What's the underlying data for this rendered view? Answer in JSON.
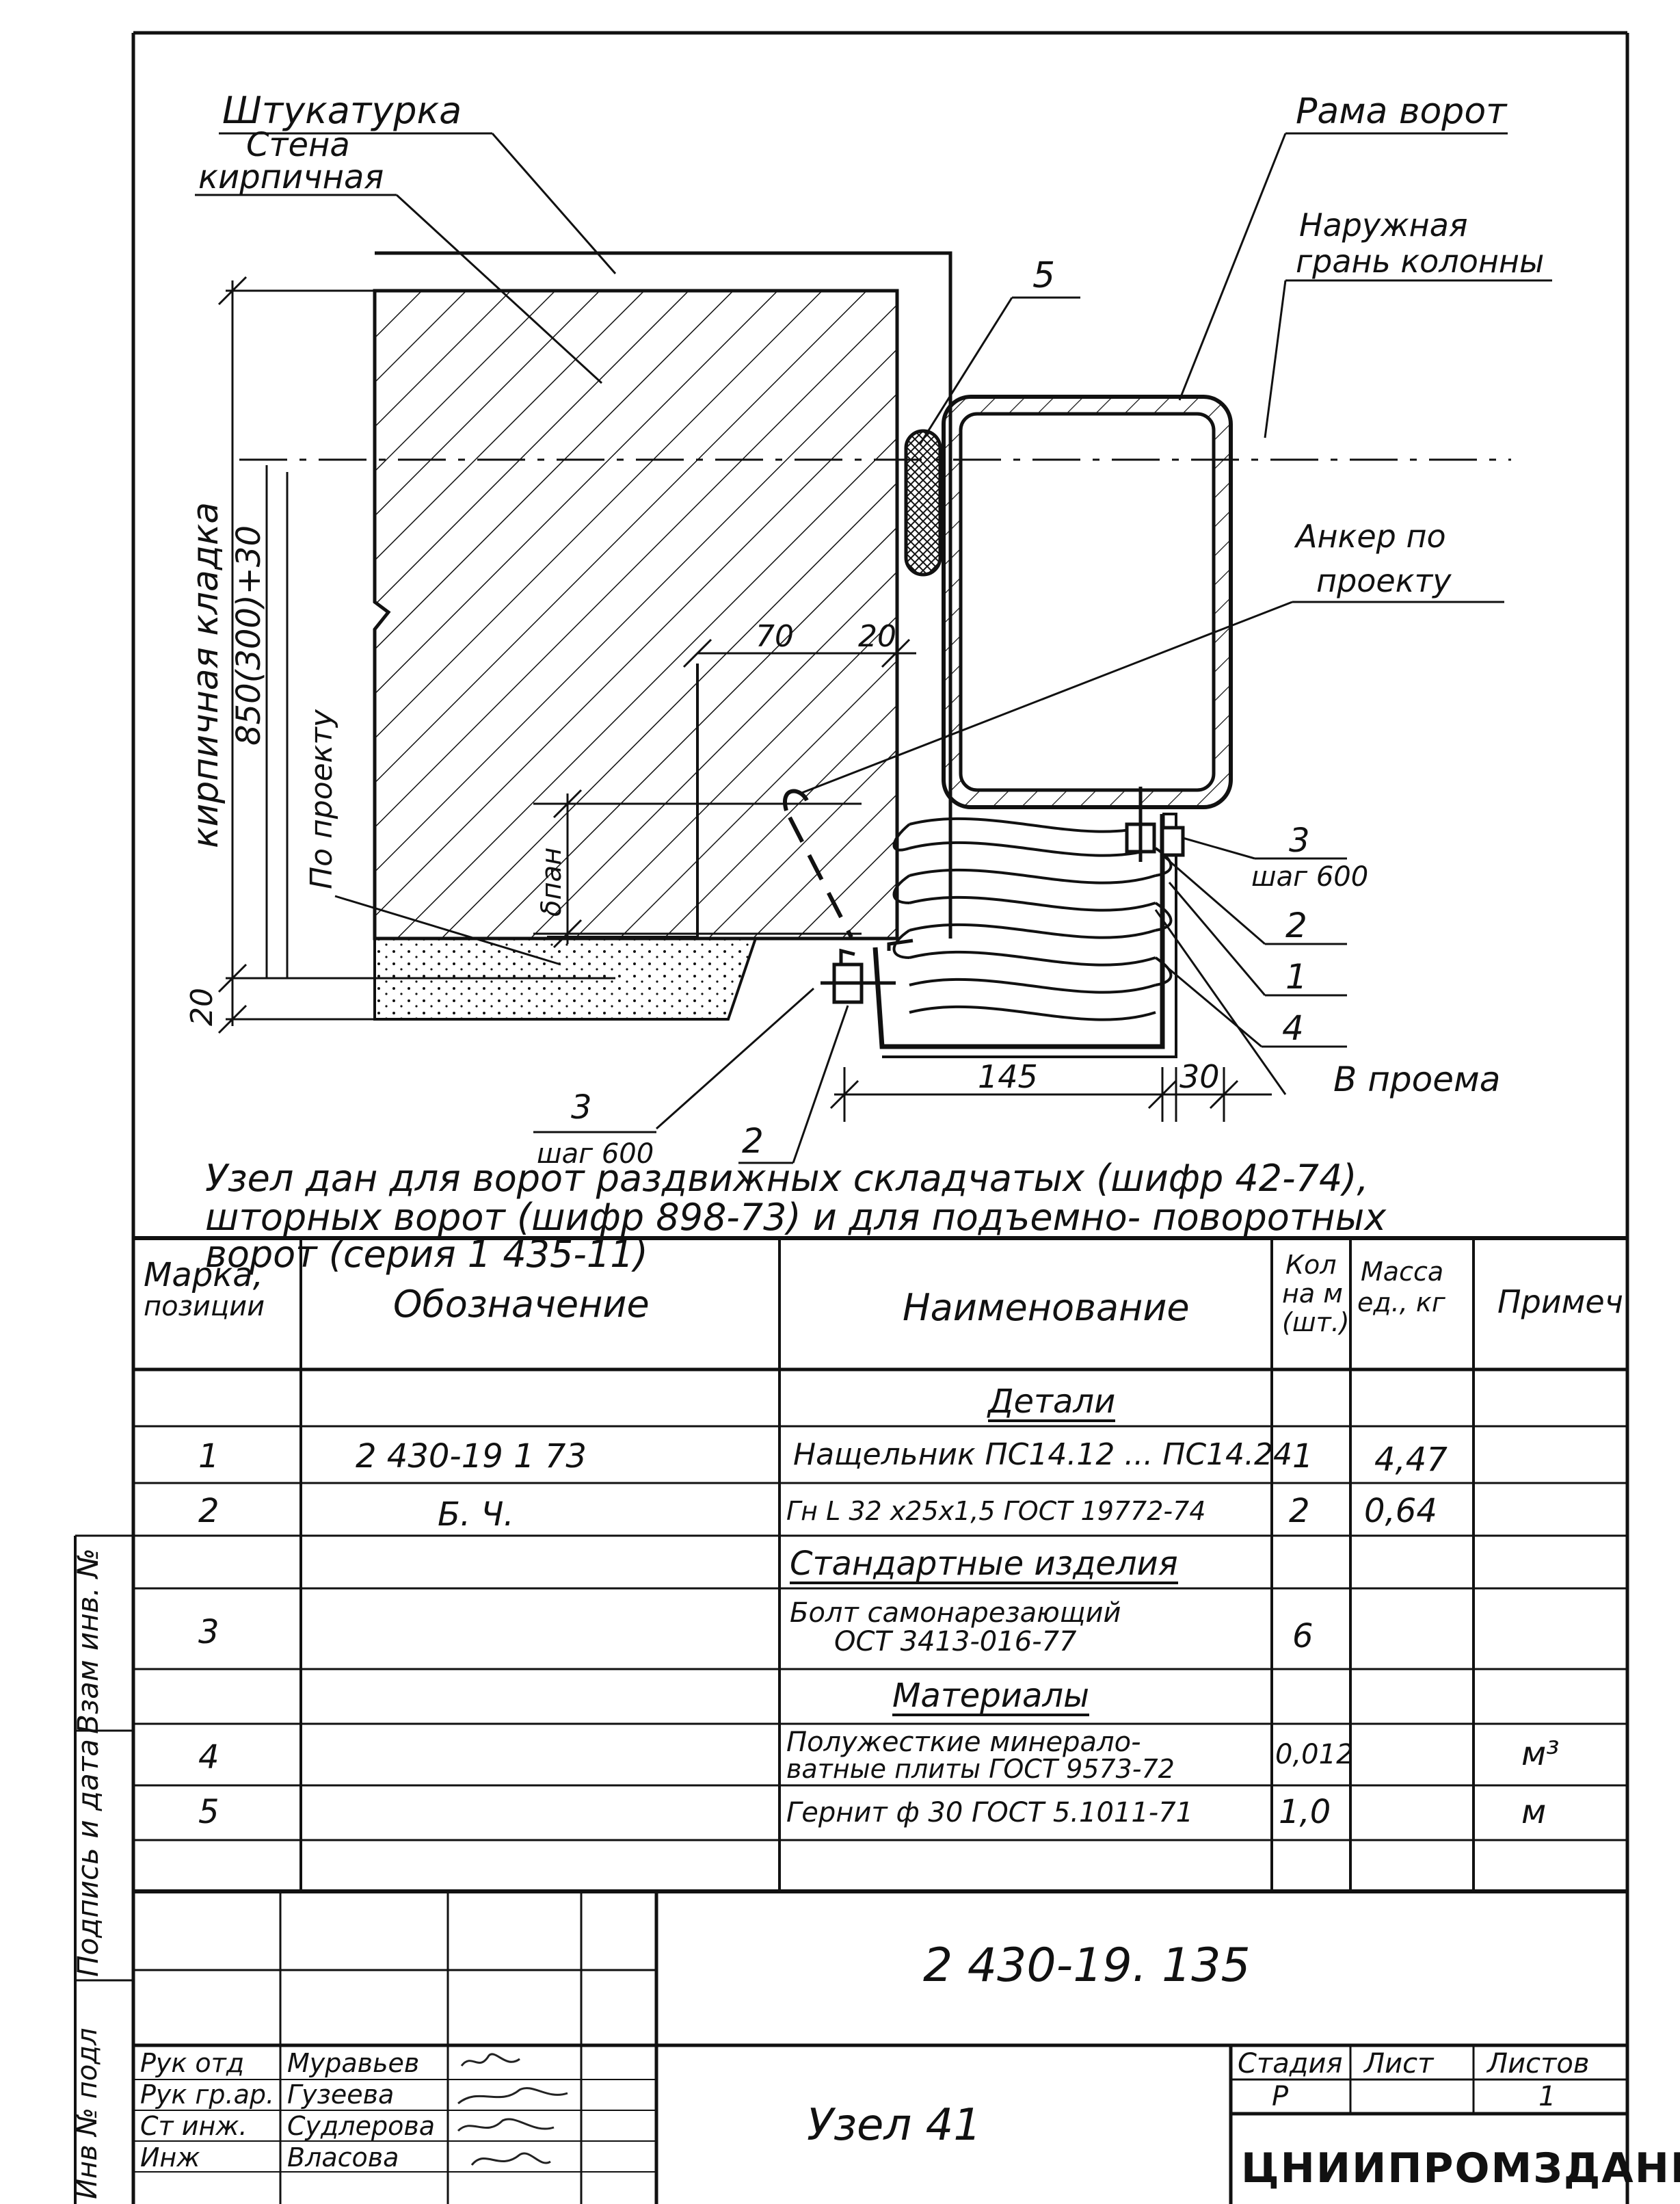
{
  "drawing": {
    "labels": {
      "plaster": "Штукатурка",
      "wall_line1": "Стена",
      "wall_line2": "кирпичная",
      "gate_frame": "Рама ворот",
      "col_face_line1": "Наружная",
      "col_face_line2": "грань колонны",
      "anchor_line1": "Анкер по",
      "anchor_line2": "проекту",
      "vert_masonry": "кирпичная кладка",
      "vert_dim": "850(300)+30",
      "vert_project": "По проекту",
      "delta": "δпан",
      "callout_5": "5",
      "callout_3_right": "3",
      "callout_3_right_sub": "шаг 600",
      "callout_2_right": "2",
      "callout_1": "1",
      "callout_4": "4",
      "callout_b": "В проема",
      "callout_3_left": "3",
      "callout_3_left_sub": "шаг 600",
      "callout_2_left": "2",
      "dim_70": "70",
      "dim_20_top": "20",
      "dim_20_left": "20",
      "dim_145": "145",
      "dim_30": "30"
    },
    "caption_line1": "Узел дан для ворот раздвижных складчатых (шифр 42-74),",
    "caption_line2": "шторных ворот (шифр 898-73) и для подъемно- поворотных",
    "caption_line3": "ворот (серия 1 435-11)"
  },
  "spec_table": {
    "headers": {
      "mark_line1": "Марка,",
      "mark_line2": "позиции",
      "designation": "Обозначение",
      "name": "Наименование",
      "qty_line1": "Кол",
      "qty_line2": "на м",
      "qty_line3": "(шт.)",
      "mass_line1": "Масса",
      "mass_line2": "ед., кг",
      "note": "Примеч"
    },
    "sections": {
      "parts": "Детали",
      "standard": "Стандартные изделия",
      "materials": "Материалы"
    },
    "rows": [
      {
        "mark": "1",
        "designation": "2 430-19 1 73",
        "name": "Нащельник ПС14.12 ... ПС14.24",
        "qty": "1",
        "mass": "4,47",
        "note": ""
      },
      {
        "mark": "2",
        "designation": "Б. Ч.",
        "name": "Гн L 32 x25x1,5 ГОСТ 19772-74",
        "qty": "2",
        "mass": "0,64",
        "note": ""
      },
      {
        "mark": "3",
        "designation": "",
        "name_line1": "Болт самонарезающий",
        "name_line2": "ОСТ 3413-016-77",
        "qty": "6",
        "mass": "",
        "note": ""
      },
      {
        "mark": "4",
        "designation": "",
        "name_line1": "Полужесткие минерало-",
        "name_line2": "ватные плиты ГОСТ 9573-72",
        "qty": "0,012",
        "mass": "",
        "note": "м³"
      },
      {
        "mark": "5",
        "designation": "",
        "name": "Гернит ф 30 ГОСТ 5.1011-71",
        "qty": "1,0",
        "mass": "",
        "note": "м"
      }
    ]
  },
  "title_block": {
    "doc_number": "2 430-19. 135",
    "sheet_title": "Узел 41",
    "roles": [
      "Рук отд",
      "Рук гр.ар.",
      "Ст инж.",
      "Инж"
    ],
    "names": [
      "Муравьев",
      "Гузеева",
      "Судлерова",
      "Власова"
    ],
    "stage_header": "Стадия",
    "sheet_header": "Лист",
    "sheets_header": "Листов",
    "stage": "Р",
    "sheets": "1",
    "organization": "ЦНИИПРОМЗДАНИЙ"
  },
  "side_stamps": [
    "Взам инв. №",
    "Подпись и дата",
    "Инв № подл"
  ]
}
